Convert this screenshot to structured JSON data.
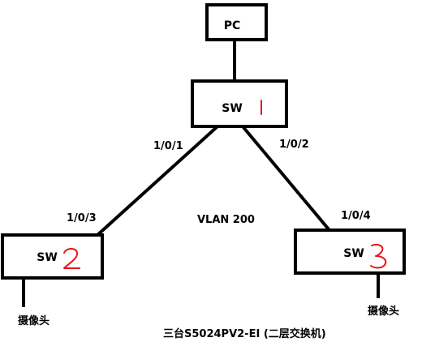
{
  "nodes": {
    "pc": {
      "label": "PC"
    },
    "sw1": {
      "label": "SW",
      "number": "1"
    },
    "sw2": {
      "label": "SW",
      "number": "2"
    },
    "sw3": {
      "label": "SW",
      "number": "3"
    }
  },
  "ports": {
    "sw1_to_sw2": "1/0/1",
    "sw1_to_sw3": "1/0/2",
    "sw2_uplink": "1/0/3",
    "sw3_uplink": "1/0/4"
  },
  "vlan_label": "VLAN 200",
  "cameras": {
    "left": "摄像头",
    "right": "摄像头"
  },
  "caption": "三台S5024PV2-EI (二层交换机)",
  "colors": {
    "line": "#000000",
    "handwritten_number": "#e8141b",
    "background": "#ffffff"
  }
}
